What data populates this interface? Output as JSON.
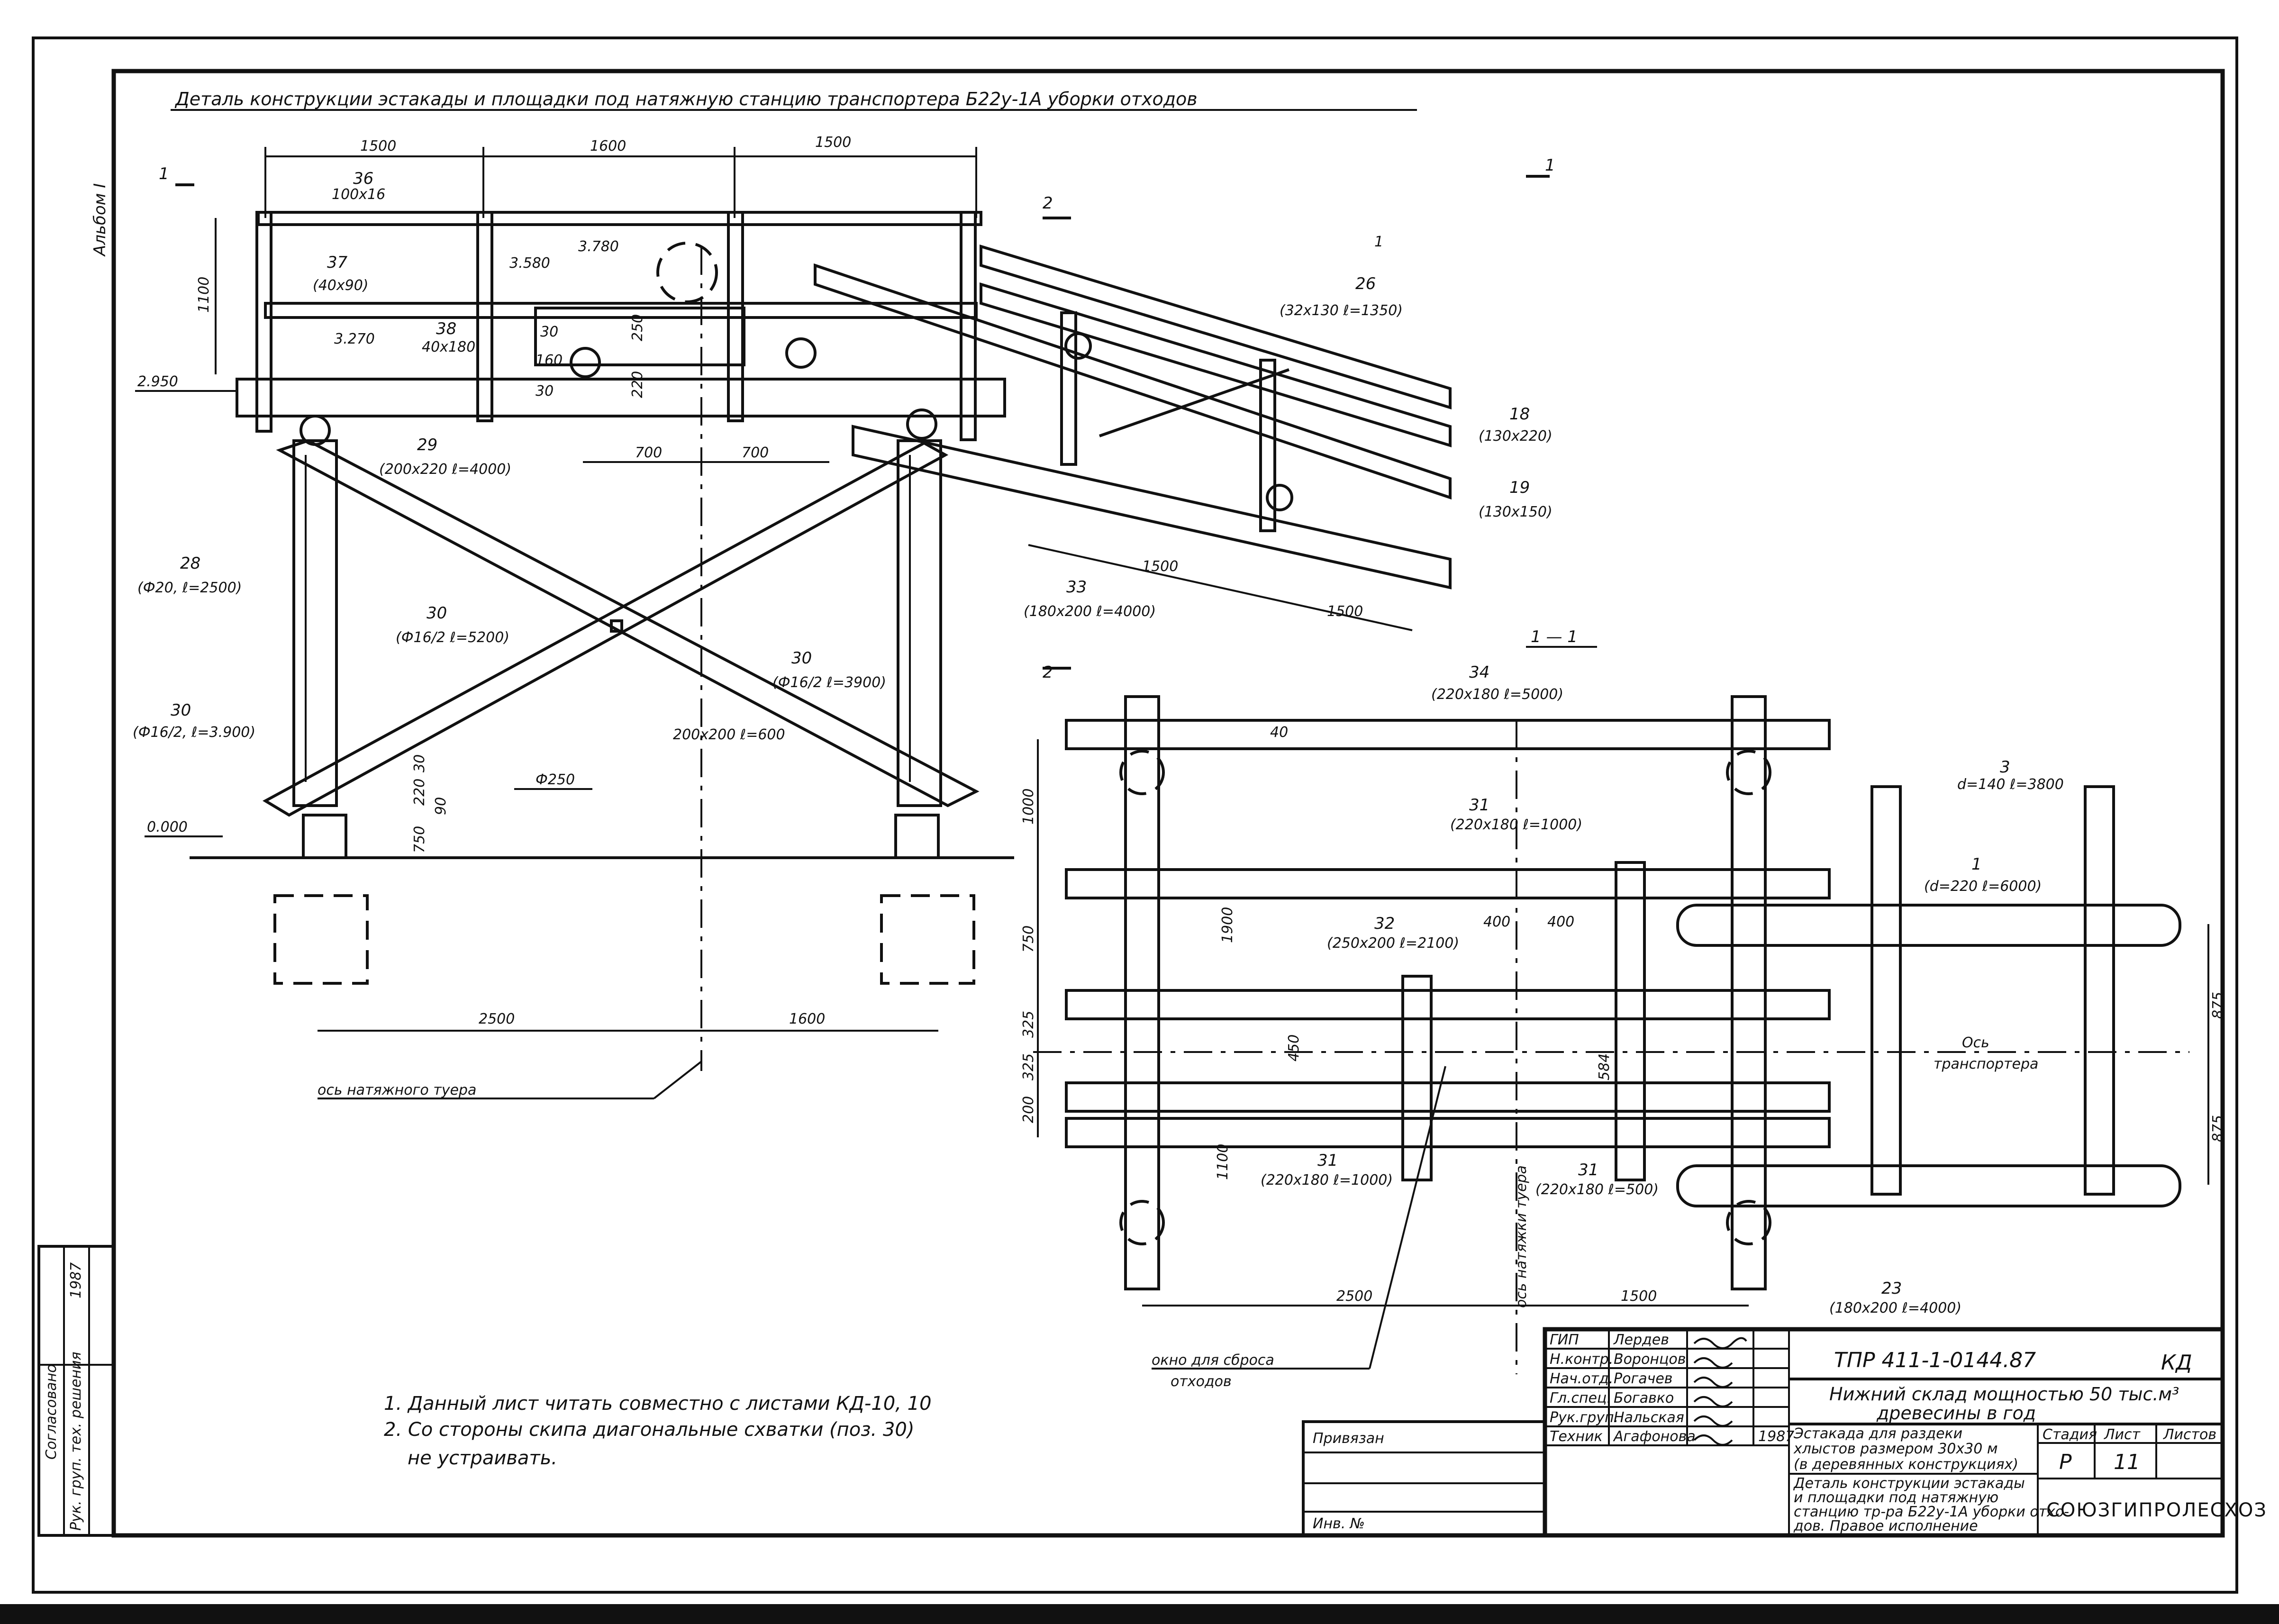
{
  "sheet_title": "Деталь конструкции эстакады и площадки под натяжную станцию транспортера Б22у-1А уборки отходов",
  "album_label": "Альбом I",
  "section_marks": {
    "s1": "1",
    "s2": "2",
    "s11": "1 — 1"
  },
  "elevations": {
    "e2950": "2.950",
    "e3270": "3.270",
    "e3580": "3.580",
    "e3780": "3.780",
    "e0000": "0.000"
  },
  "parts": {
    "p36": {
      "num": "36",
      "size": "100x16"
    },
    "p37": {
      "num": "37",
      "size": "(40x90)"
    },
    "p38": {
      "num": "38",
      "size": "40x180"
    },
    "p29": {
      "num": "29",
      "size": "(200x220 ℓ=4000)"
    },
    "p28": {
      "num": "28",
      "size": "(Ф20, ℓ=2500)"
    },
    "p30a": {
      "num": "30",
      "size": "(Ф16/2 ℓ=5200)"
    },
    "p30b": {
      "num": "30",
      "size": "(Ф16/2, ℓ=3.900)"
    },
    "p30c": {
      "num": "30",
      "size": "(Ф16/2 ℓ=3900)"
    },
    "p33": {
      "num": "33",
      "size": "(180x200 ℓ=4000)"
    },
    "p26": {
      "num": "26",
      "size": "(32x130 ℓ=1350)"
    },
    "p18": {
      "num": "18",
      "size": "(130x220)"
    },
    "p19": {
      "num": "19",
      "size": "(130x150)"
    },
    "p34": {
      "num": "34",
      "size": "(220x180 ℓ=5000)"
    },
    "p31a": {
      "num": "31",
      "size": "(220x180 ℓ=1000)"
    },
    "p31b": {
      "num": "31",
      "size": "(220x180 ℓ=1000)"
    },
    "p31c": {
      "num": "31",
      "size": "(220x180 ℓ=500)"
    },
    "p32": {
      "num": "32",
      "size": "(250x200 ℓ=2100)"
    },
    "p3": {
      "num": "3",
      "size": "d=140 ℓ=3800"
    },
    "p1": {
      "num": "1",
      "size": "(d=220 ℓ=6000)"
    },
    "p23": {
      "num": "23",
      "size": "(180x200 ℓ=4000)"
    },
    "block": "200x200 ℓ=600",
    "pile": "Ф250"
  },
  "dims": {
    "d1500a": "1500",
    "d1600": "1600",
    "d1500b": "1500",
    "d1100": "1100",
    "d30a": "30",
    "d160": "160",
    "d30b": "30",
    "d250": "250",
    "d220": "220",
    "d700a": "700",
    "d700b": "700",
    "d1500c": "1500",
    "d1500d": "1500",
    "d30c": "30",
    "d220b": "220",
    "d90": "90",
    "d750": "750",
    "d2500": "2500",
    "d1600b": "1600",
    "d40": "40",
    "d1000": "1000",
    "d750b": "750",
    "d325a": "325",
    "d325b": "325",
    "d200": "200",
    "d1900": "1900",
    "d450": "450",
    "d400a": "400",
    "d400b": "400",
    "d584": "584",
    "d1100b": "1100",
    "d2500b": "2500",
    "d1500e": "1500",
    "d875a": "875",
    "d875b": "875"
  },
  "annotations": {
    "tension_axis": "ось натяжного туера",
    "axis_tension_vertical": "ось натяжки туера",
    "conveyor_axis_1": "Ось",
    "conveyor_axis_2": "транспортера",
    "waste_window_1": "окно для сброса",
    "waste_window_2": "отходов",
    "small_mark": "1"
  },
  "notes": [
    "1. Данный лист читать совместно с листами КД-10, 10",
    "2. Со стороны скипа диагональные схватки (поз. 30)",
    "не устраивать."
  ],
  "left_stamp": {
    "agreed": "Согласовано",
    "role": "Рук. груп. тех. решения",
    "year": "1987"
  },
  "title_block": {
    "code": "ТПР 411-1-0144.87",
    "mark": "КД",
    "project": "Нижний склад мощностью 50 тыс.м³",
    "project2": "древесины в год",
    "sheet_name_1": "Эстакада для раздеки",
    "sheet_name_2": "хлыстов размером 30x30 м",
    "sheet_name_3": "(в деревянных конструкциях)",
    "sheet_desc_1": "Деталь конструкции эстакады",
    "sheet_desc_2": "и площадки под натяжную",
    "sheet_desc_3": "станцию тр-ра Б22у-1А уборки отхо-",
    "sheet_desc_4": "дов. Правое исполнение",
    "stage_label": "Стадия",
    "sheet_label": "Лист",
    "sheets_label": "Листов",
    "stage": "Р",
    "sheet_no": "11",
    "org": "СОЮЗГИПРОЛЕСХОЗ",
    "bound": "Привязан",
    "inv": "Инв. №",
    "year": "1987",
    "roles": [
      {
        "role": "ГИП",
        "name": "Лердев"
      },
      {
        "role": "Н.контр.",
        "name": "Воронцов"
      },
      {
        "role": "Нач.отд.",
        "name": "Рогачев"
      },
      {
        "role": "Гл.спец.",
        "name": "Богавко"
      },
      {
        "role": "Рук.груп.",
        "name": "Нальская"
      },
      {
        "role": "Техник",
        "name": "Агафонова"
      }
    ]
  }
}
